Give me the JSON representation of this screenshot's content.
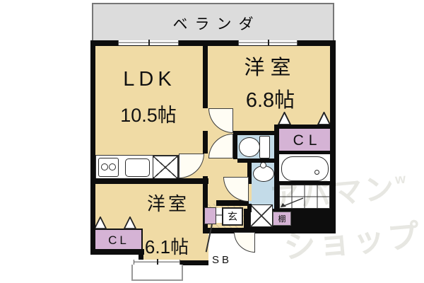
{
  "plan": {
    "balcony": "ベランダ",
    "ldk": {
      "name": "LDK",
      "area": "10.5帖"
    },
    "bedroom_right": {
      "name": "洋室",
      "area": "6.8帖"
    },
    "bedroom_bottom": {
      "name": "洋室",
      "area": "6.1帖"
    },
    "closet": "CL",
    "entrance": "玄",
    "shoe_box": "SB",
    "shelf": "棚"
  },
  "watermark": {
    "line1": "アパマン",
    "line2": "ショップ",
    "mark": "w"
  },
  "colors": {
    "room_fill": "#f0dba5",
    "balcony_fill": "#dcdcdc",
    "wet_area_fill": "#c3dbe8",
    "closet_fill": "#d5b3d5",
    "wall": "#0d0d0d",
    "watermark": "#e7e7e2"
  }
}
